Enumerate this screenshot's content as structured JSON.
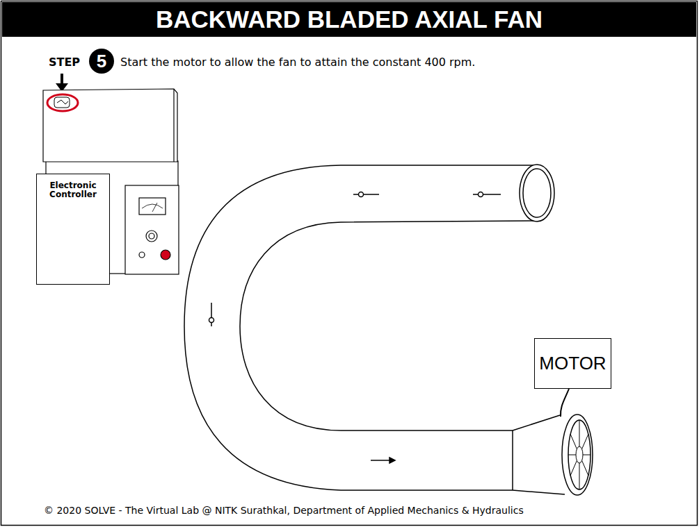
{
  "diagram": {
    "title": "BACKWARD BLADED AXIAL FAN",
    "caption": "© 2020 SOLVE - The Virtual Lab @ NITK Surathkal, Department of Applied Mechanics & Hydraulics",
    "nodes": [
      {
        "text": [
          "5"
        ]
      },
      {
        "text": [
          "Electronic Controller"
        ]
      },
      {
        "text": [
          "MOTOR"
        ]
      }
    ],
    "labels": [
      "STEP",
      "Start the motor to allow the fan to attain the constant 400 rpm."
    ]
  }
}
